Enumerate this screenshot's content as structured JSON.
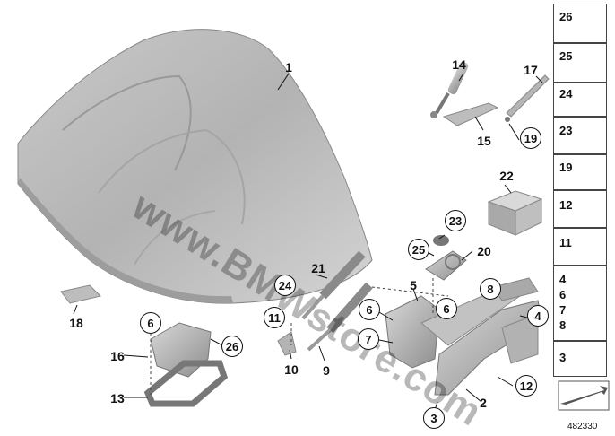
{
  "diagram_code": "482330",
  "watermark": "www.BMWstore.com",
  "callouts": [
    {
      "id": "c1",
      "num": "1"
    },
    {
      "id": "c14",
      "num": "14"
    },
    {
      "id": "c17",
      "num": "17"
    },
    {
      "id": "c15",
      "num": "15"
    },
    {
      "id": "c22",
      "num": "22"
    },
    {
      "id": "c20",
      "num": "20"
    },
    {
      "id": "c21",
      "num": "21"
    },
    {
      "id": "c5",
      "num": "5"
    },
    {
      "id": "c18",
      "num": "18"
    },
    {
      "id": "c16",
      "num": "16"
    },
    {
      "id": "c13",
      "num": "13"
    },
    {
      "id": "c10",
      "num": "10"
    },
    {
      "id": "c9",
      "num": "9"
    },
    {
      "id": "c2",
      "num": "2"
    }
  ],
  "circled": [
    {
      "id": "k19",
      "num": "19"
    },
    {
      "id": "k23",
      "num": "23"
    },
    {
      "id": "k25",
      "num": "25"
    },
    {
      "id": "k24",
      "num": "24"
    },
    {
      "id": "k11",
      "num": "11"
    },
    {
      "id": "k6a",
      "num": "6"
    },
    {
      "id": "k6b",
      "num": "6"
    },
    {
      "id": "k6c",
      "num": "6"
    },
    {
      "id": "k7",
      "num": "7"
    },
    {
      "id": "k8",
      "num": "8"
    },
    {
      "id": "k4",
      "num": "4"
    },
    {
      "id": "k12",
      "num": "12"
    },
    {
      "id": "k3",
      "num": "3"
    },
    {
      "id": "k26",
      "num": "26"
    }
  ],
  "parts_panel": [
    {
      "nums": "26",
      "icon": "bolt-icon"
    },
    {
      "nums": "25",
      "icon": "sleeve-bolt-icon"
    },
    {
      "nums": "24",
      "icon": "plug-cap-icon"
    },
    {
      "nums": "23",
      "icon": "washer-icon"
    },
    {
      "nums": "19",
      "icon": "clip-nut-icon"
    },
    {
      "nums": "12",
      "icon": "hex-bolt-icon"
    },
    {
      "nums": "11",
      "icon": "collar-screw-icon"
    },
    {
      "nums": "4\n6\n7\n8",
      "icon": "flange-bolt-icon"
    },
    {
      "nums": "3",
      "icon": "hex-nut-icon"
    },
    {
      "nums": "",
      "icon": "arrow-icon"
    }
  ]
}
